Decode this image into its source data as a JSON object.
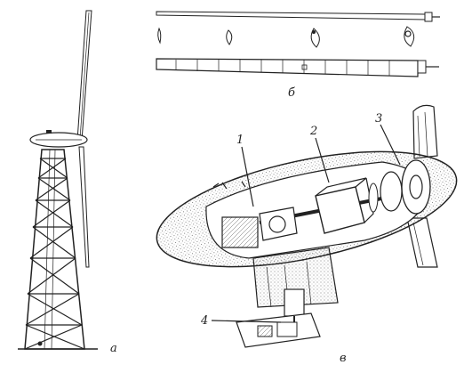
{
  "panels": [
    {
      "id": "a",
      "label": "а"
    },
    {
      "id": "b",
      "label": "б"
    },
    {
      "id": "c",
      "label": "в"
    }
  ],
  "callouts": [
    {
      "id": "1",
      "label": "1"
    },
    {
      "id": "2",
      "label": "2"
    },
    {
      "id": "3",
      "label": "3"
    },
    {
      "id": "4",
      "label": "4"
    }
  ]
}
